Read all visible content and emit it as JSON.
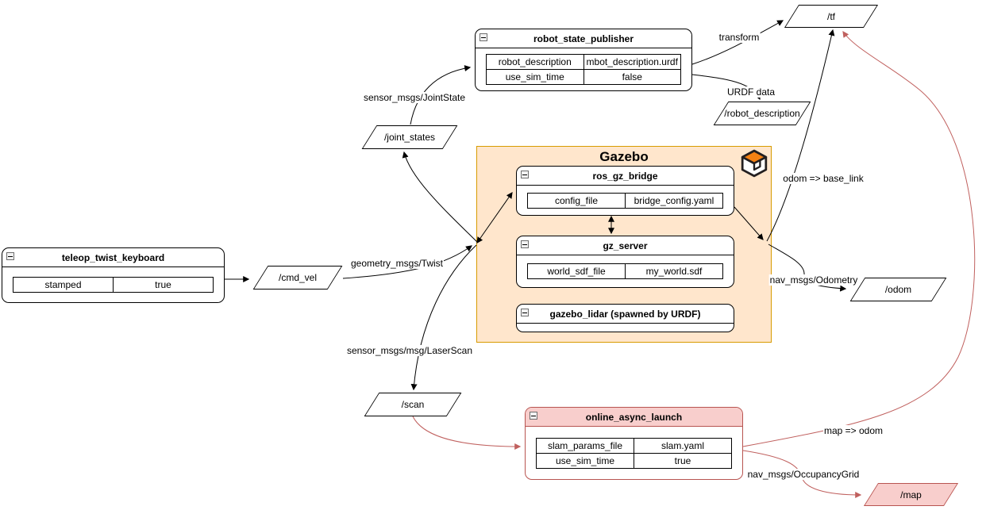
{
  "colors": {
    "container_fill": "#ffe6cc",
    "container_border": "#d79b00",
    "pink_fill": "#f8cecc",
    "pink_border": "#b85450",
    "edge_red": "#c0605e",
    "logo_orange": "#f58113"
  },
  "nodes": {
    "teleop": {
      "title": "teleop_twist_keyboard",
      "rows": [
        [
          "stamped",
          "true"
        ]
      ]
    },
    "rsp": {
      "title": "robot_state_publisher",
      "rows": [
        [
          "robot_description",
          "mbot_description.urdf"
        ],
        [
          "use_sim_time",
          "false"
        ]
      ]
    },
    "gazebo": {
      "title": "Gazebo"
    },
    "bridge": {
      "title": "ros_gz_bridge",
      "rows": [
        [
          "config_file",
          "bridge_config.yaml"
        ]
      ]
    },
    "gz_server": {
      "title": "gz_server",
      "rows": [
        [
          "world_sdf_file",
          "my_world.sdf"
        ]
      ]
    },
    "lidar": {
      "title": "gazebo_lidar (spawned by URDF)"
    },
    "slam": {
      "title": "online_async_launch",
      "rows": [
        [
          "slam_params_file",
          "slam.yaml"
        ],
        [
          "use_sim_time",
          "true"
        ]
      ]
    }
  },
  "topics": {
    "tf": "/tf",
    "robot_description": "/robot_description",
    "joint_states": "/joint_states",
    "cmd_vel": "/cmd_vel",
    "odom": "/odom",
    "scan": "/scan",
    "map": "/map"
  },
  "edge_labels": {
    "joint_state": "sensor_msgs/JointState",
    "transform": "transform",
    "urdf_data": "URDF data",
    "twist": "geometry_msgs/Twist",
    "odom_base_link": "odom => base_link",
    "odometry": "nav_msgs/Odometry",
    "laser_scan": "sensor_msgs/msg/LaserScan",
    "map_odom": "map => odom",
    "occupancy_grid": "nav_msgs/OccupancyGrid"
  }
}
